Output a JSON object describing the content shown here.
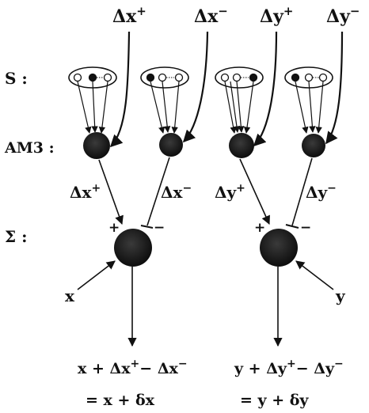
{
  "labels": {
    "row_s": "S :",
    "row_am3": "AM3 :",
    "row_sigma": "Σ :",
    "input_x": "x",
    "input_y": "y",
    "plus_sign": "+",
    "minus_sign": "−"
  },
  "top_inputs": [
    {
      "base": "Δx",
      "sign": "+"
    },
    {
      "base": "Δx",
      "sign": "−"
    },
    {
      "base": "Δy",
      "sign": "+"
    },
    {
      "base": "Δy",
      "sign": "−"
    }
  ],
  "edge_labels": [
    {
      "base": "Δx",
      "sign": "+"
    },
    {
      "base": "Δx",
      "sign": "−"
    },
    {
      "base": "Δy",
      "sign": "+"
    },
    {
      "base": "Δy",
      "sign": "−"
    }
  ],
  "equations": {
    "left": {
      "line1": {
        "p1": "x + Δx",
        "s1": "+",
        "p2": "− Δx",
        "s2": "−"
      },
      "line2": "=  x + δx"
    },
    "right": {
      "line1": {
        "p1": "y + Δy",
        "s1": "+",
        "p2": "− Δy",
        "s2": "−"
      },
      "line2": "=  y + δy"
    }
  },
  "colors": {
    "ink": "#111111",
    "node_fill": "#1a1a1a"
  }
}
